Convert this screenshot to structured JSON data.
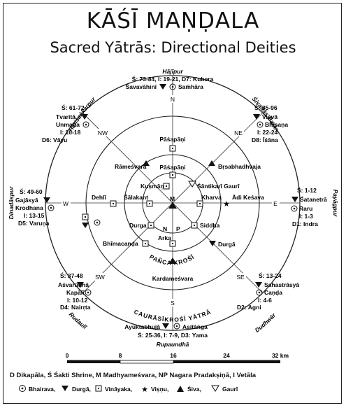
{
  "title": "KĀŚĪ MAṆḌALA",
  "subtitle": "Sacred Yātrās: Directional Deities",
  "ring_labels": {
    "inner": "PAÑCA KROŚĪ",
    "outer": "CAURĀSĪKROŚĪ YĀTRĀ"
  },
  "directions": {
    "n": "N",
    "ne": "NE",
    "e": "E",
    "se": "SE",
    "s": "S",
    "sw": "SW",
    "w": "W",
    "nw": "NW"
  },
  "center": {
    "m": "M",
    "n": "N",
    "p": "P",
    "arka": "Arka"
  },
  "places": {
    "hajipur": "Hājīpur",
    "shivadasbarar": "Śivadās Barār",
    "payagpur": "Payāgpur",
    "dudhwar": "Dudhwār",
    "rupaundha": "Rupaundhā",
    "rudauli": "Rudaulī",
    "dinadaspur": "Dinadāspur",
    "harishankarpur": "Hariśaṅkarpur"
  },
  "outer_deities": {
    "n": {
      "info": "Ś: 73-84, I: 19-21, D7: Kubera",
      "l1": "Śavavāhinī",
      "l2": "Saṁhāra"
    },
    "ne": {
      "s": "Ś: 85-96",
      "l1": "Viśvā",
      "l2": "Bhīṣaṇa",
      "i": "I: 22-24",
      "d": "D8: Īśāna"
    },
    "e": {
      "s": "Ś: 1-12",
      "l1": "Śatanetrā",
      "l2": "Raru",
      "i": "I: 1-3",
      "d": "D1: Indra"
    },
    "se": {
      "s": "Ś: 13-24",
      "l1": "Sahastrāsyā",
      "l2": "Caṇḍa",
      "i": "I: 4-6",
      "d": "D2: Agni"
    },
    "s": {
      "l1": "Ayuktabhujā",
      "l2": "Asitāṅga",
      "info": "Ś: 25-36, I: 7-9, D3: Yama"
    },
    "sw": {
      "s": "Ś: 37-48",
      "l1": "Aśvarūḍhā",
      "l2": "Kapālī",
      "i": "I: 10-12",
      "d": "D4: Nairṛta"
    },
    "w": {
      "s": "Ś: 49-60",
      "l1": "Gajāsyā",
      "l2": "Krodhana",
      "i": "I: 13-15",
      "d": "D5: Varuṇa"
    },
    "nw": {
      "s": "Ś: 61-72",
      "l1": "Tvaritā",
      "l2": "Unmatta",
      "i": "I: 16-18",
      "d": "D6: Vāyu"
    }
  },
  "inner_deities": {
    "pasapani_outer": "Pāśapāṇi",
    "pasapani_inner": "Pāśapāṇi",
    "rameshvara": "Rāmeśvara",
    "brsabhadhvaja": "Bṛsabhadhvaja",
    "kusmanda": "Kuṣmāṇḍ",
    "santikari": "Śāntikarī Gaurī",
    "dehli": "Dehlī",
    "salakant": "Śālakant",
    "kharva": "Kharva",
    "adikeshava": "Ādi Keśava",
    "durga_inner": "Durga",
    "siddha": "Siddha",
    "bhimacanda": "Bhīmacaṇḍa",
    "durga_outer": "Durgā",
    "kardameshvara": "Kardameśvara"
  },
  "scale": {
    "ticks": [
      "0",
      "8",
      "16",
      "24",
      "32 km"
    ]
  },
  "legend": {
    "line1": "D Dikapāla, Ś Śakti Shrine, M Madhyameśvara, NP Nagara Pradakṣiṇā, I Vetāla",
    "bhairava": "Bhairava,",
    "durga": "Durgā,",
    "vinayaka": "Vināyaka,",
    "visnu": "Viṣṇu,",
    "siva": "Śiva,",
    "gauri": "Gaurī"
  }
}
